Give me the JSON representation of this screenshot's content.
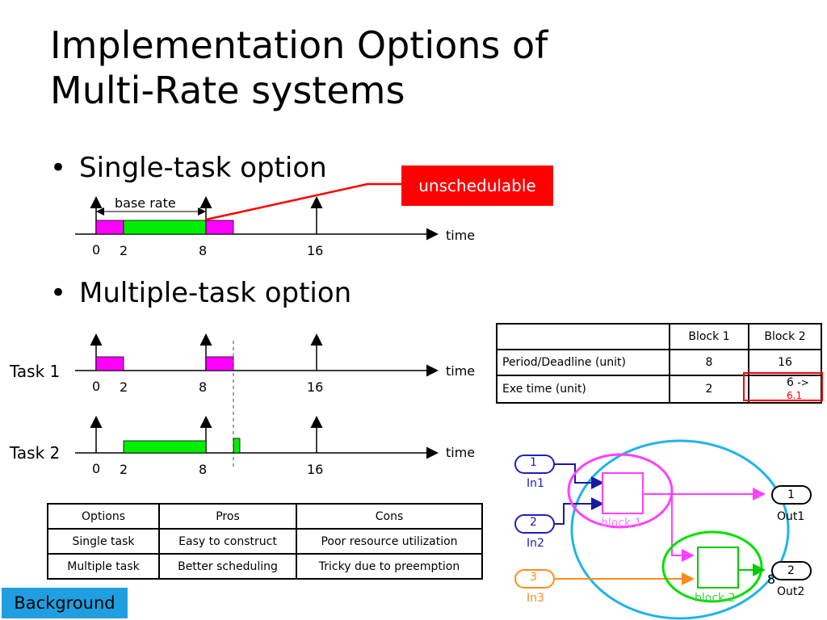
{
  "slide": {
    "title_line1": "Implementation Options of",
    "title_line2": "Multi-Rate systems",
    "bullet1": "Single-task option",
    "bullet2": "Multiple-task option",
    "bullet_char": "•",
    "unschedulable": "unschedulable",
    "base_rate": "base rate",
    "time_label": "time",
    "task1_label": "Task 1",
    "task2_label": "Task 2",
    "ticks": [
      "0",
      "2",
      "8",
      "16"
    ],
    "page_number": "8",
    "background_button": "Background",
    "colors": {
      "magenta": "#ff00ff",
      "green": "#00ee00",
      "red": "#ff0000",
      "cyan": "#1f9fe0"
    }
  },
  "block_table": {
    "headers": [
      "",
      "Block 1",
      "Block 2"
    ],
    "rows": [
      [
        "Period/Deadline (unit)",
        "8",
        "16"
      ],
      [
        "Exe time (unit)",
        "2",
        "6"
      ]
    ],
    "change_arrow": "->",
    "change_value": "6.1"
  },
  "options_table": {
    "headers": [
      "Options",
      "Pros",
      "Cons"
    ],
    "rows": [
      [
        "Single task",
        "Easy to construct",
        "Poor resource utilization"
      ],
      [
        "Multiple task",
        "Better scheduling",
        "Tricky due to preemption"
      ]
    ]
  },
  "block_diagram": {
    "in1_num": "1",
    "in1_label": "In1",
    "in2_num": "2",
    "in2_label": "In2",
    "in3_num": "3",
    "in3_label": "In3",
    "out1_num": "1",
    "out1_label": "Out1",
    "out2_num": "2",
    "out2_label": "Out2",
    "block1_label": "block 1",
    "block2_label": "block 2"
  }
}
